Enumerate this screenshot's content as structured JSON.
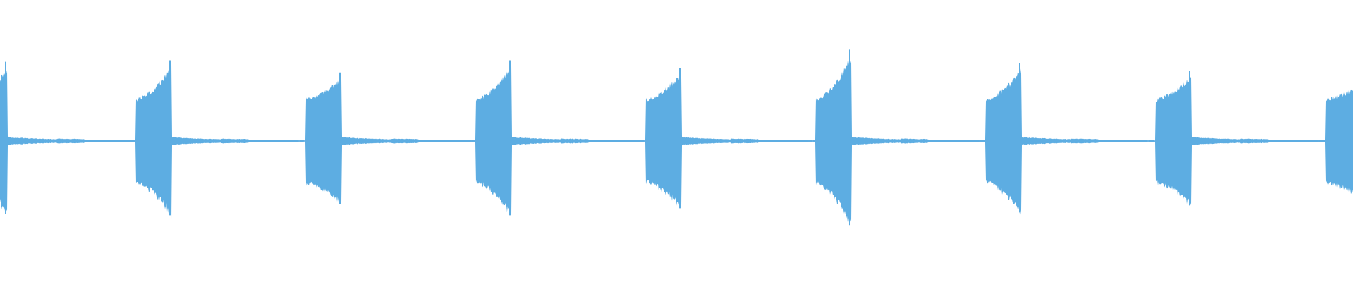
{
  "waveform": {
    "color": "#5dade2",
    "background": "#ffffff",
    "beat_count": 9,
    "bursts": [
      {
        "index": 0,
        "partial_at_left_edge": true,
        "peak_amplitude": 0.52
      },
      {
        "index": 1,
        "peak_amplitude": 0.53
      },
      {
        "index": 2,
        "peak_amplitude": 0.45
      },
      {
        "index": 3,
        "peak_amplitude": 0.53
      },
      {
        "index": 4,
        "peak_amplitude": 0.48,
        "double_transient": true
      },
      {
        "index": 5,
        "peak_amplitude": 0.6
      },
      {
        "index": 6,
        "peak_amplitude": 0.51
      },
      {
        "index": 7,
        "peak_amplitude": 0.46
      },
      {
        "index": 8,
        "partial_at_right_edge": true,
        "peak_amplitude": 0.41
      }
    ]
  }
}
